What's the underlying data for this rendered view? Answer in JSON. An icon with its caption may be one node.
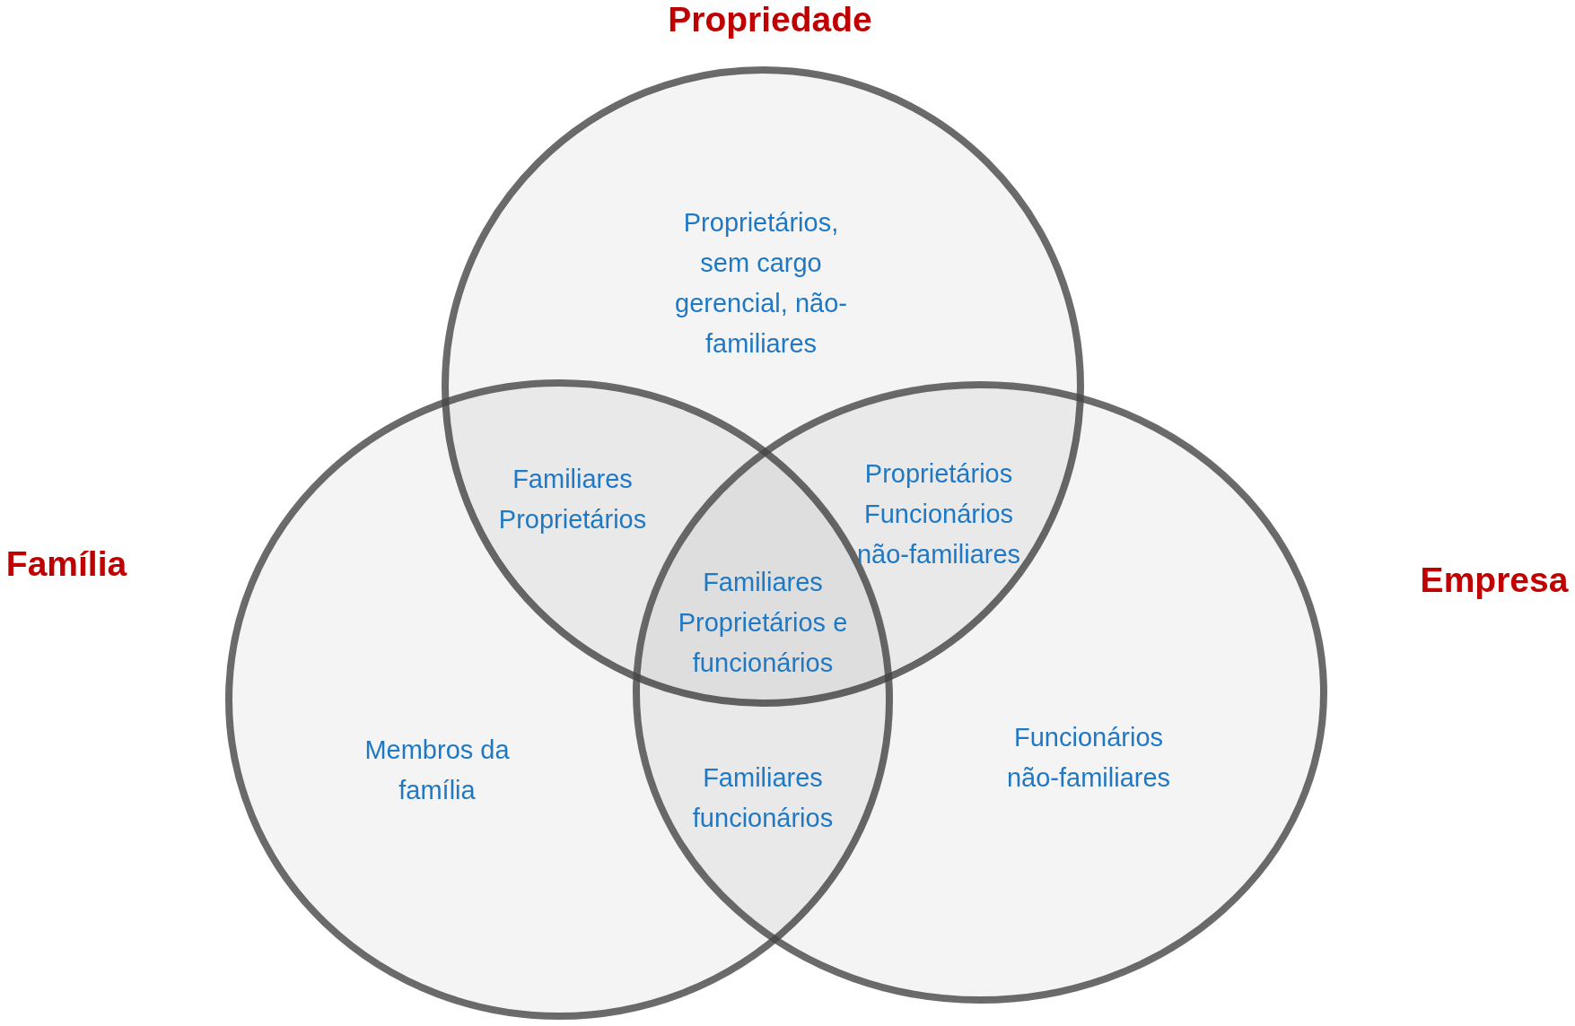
{
  "diagram": {
    "nodes": [
      {
        "text": [
          "Propriedade",
          "Proprietários, sem cargo gerencial, não-familiares"
        ]
      },
      {
        "text": [
          "Família",
          "Membros da família"
        ]
      },
      {
        "text": [
          "Empresa",
          "Funcionários não-familiares"
        ]
      }
    ],
    "labels": [
      "Familiares Proprietários",
      "Proprietários Funcionários não-familiares",
      "Familiares Proprietários e funcionários",
      "Familiares funcionários"
    ]
  }
}
